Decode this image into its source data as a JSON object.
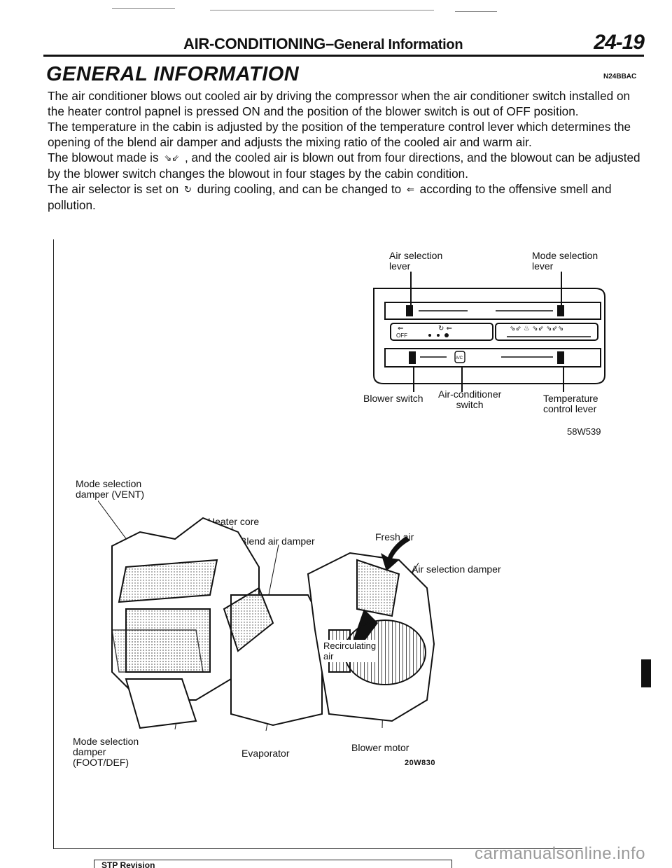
{
  "header": {
    "title_main": "AIR-CONDITIONING",
    "title_sub": "General Information",
    "page_number": "24-19"
  },
  "section": {
    "title": "GENERAL INFORMATION",
    "code": "N24BBAC"
  },
  "body": {
    "p1": "The air conditioner blows out cooled air by driving the compressor when the air conditioner switch installed on the heater control papnel is pressed ON and the position of the blower switch is out of OFF position.",
    "p2": "The temperature in the cabin is adjusted by the position of the temperature control lever which determines the opening of the blend air damper and adjusts the mixing ratio of the cooled air and warm air.",
    "p3a": "The blowout made is",
    "p3b": ", and the cooled air is blown out from four directions, and the blowout can be adjusted by the blower switch changes the blowout in four stages by the cabin condition.",
    "p4a": "The air selector is set on",
    "p4b": "during cooling, and can be changed to",
    "p4c": "according to the offensive smell and pollution."
  },
  "panel": {
    "air_selection_lever": "Air selection\nlever",
    "mode_selection_lever": "Mode selection\nlever",
    "blower_switch": "Blower switch",
    "ac_switch": "Air-conditioner\nswitch",
    "temperature_lever": "Temperature\ncontrol lever",
    "off_label": "OFF",
    "ac_button": "A/C",
    "code": "58W539"
  },
  "unit": {
    "mode_vent": "Mode selection\ndamper (VENT)",
    "heater_core": "Heater core",
    "blend_damper": "Blend air damper",
    "fresh_air": "Fresh air",
    "air_selection_damper": "Air selection damper",
    "recirculating_air": "Recirculating\nair",
    "mode_foot_def": "Mode selection\ndamper\n(FOOT/DEF)",
    "evaporator": "Evaporator",
    "blower_motor": "Blower motor",
    "code": "20W830"
  },
  "footer": {
    "stp": "STP Revision",
    "watermark": "carmanualsonline.info"
  },
  "colors": {
    "ink": "#111111",
    "watermark": "#9a9a9a"
  }
}
